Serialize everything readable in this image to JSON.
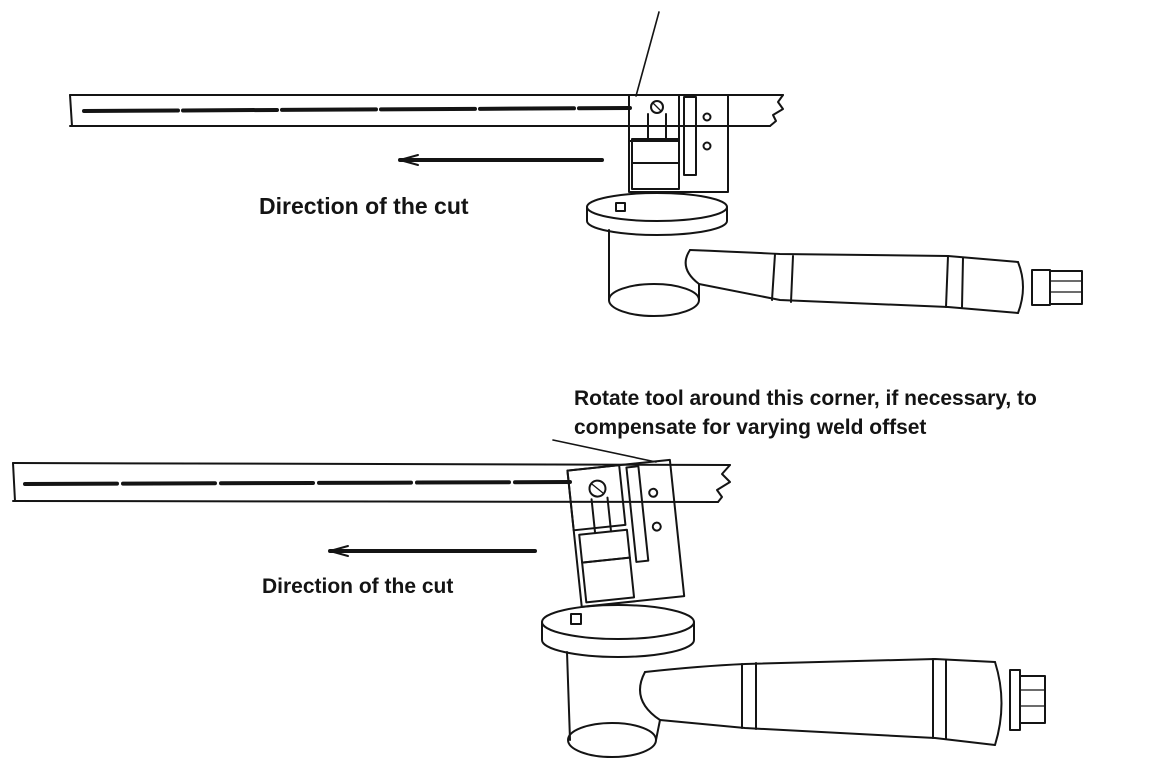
{
  "figure": {
    "top": {
      "direction_label": "Direction of the cut"
    },
    "bottom": {
      "direction_label": "Direction of the cut",
      "rotate_note": [
        "Rotate tool around this corner, if necessary, to",
        "compensate for varying weld offset"
      ]
    },
    "colors": {
      "ink": "#141414",
      "paper": "#ffffff"
    }
  }
}
